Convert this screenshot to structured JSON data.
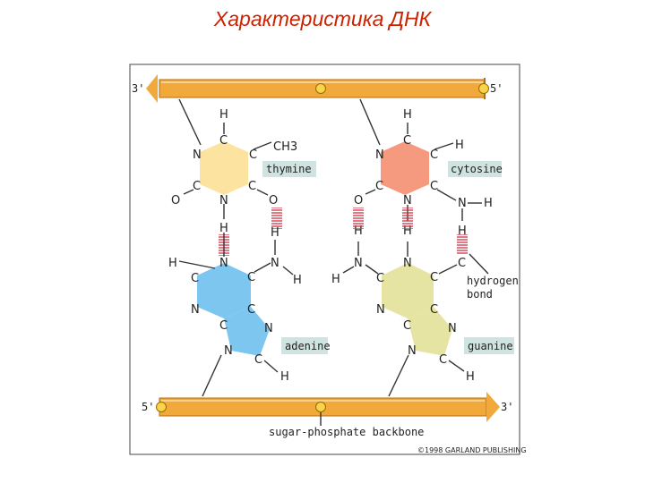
{
  "title": "Характеристика ДНК",
  "colors": {
    "backbone": "#f2a93b",
    "backbone_edge": "#b46d10",
    "node": "#f7d44a",
    "thymine": "#fde3a0",
    "cytosine": "#f59a7e",
    "adenine": "#7cc6ef",
    "guanine": "#e5e4a3",
    "label_bg": "#cfe3e1",
    "hydrogen_bond": "#cc3344"
  },
  "backbone": {
    "top_left_end": "3'",
    "top_right_end": "5'",
    "bottom_left_end": "5'",
    "bottom_right_end": "3'",
    "caption": "sugar-phosphate backbone"
  },
  "bases": {
    "thymine": "thymine",
    "cytosine": "cytosine",
    "adenine": "adenine",
    "guanine": "guanine"
  },
  "annotation": {
    "line1": "hydrogen",
    "line2": "bond"
  },
  "copyright": "©1998 GARLAND PUBLISHING",
  "atoms": {
    "H": "H",
    "C": "C",
    "N": "N",
    "O": "O",
    "CH3": "CH3"
  }
}
